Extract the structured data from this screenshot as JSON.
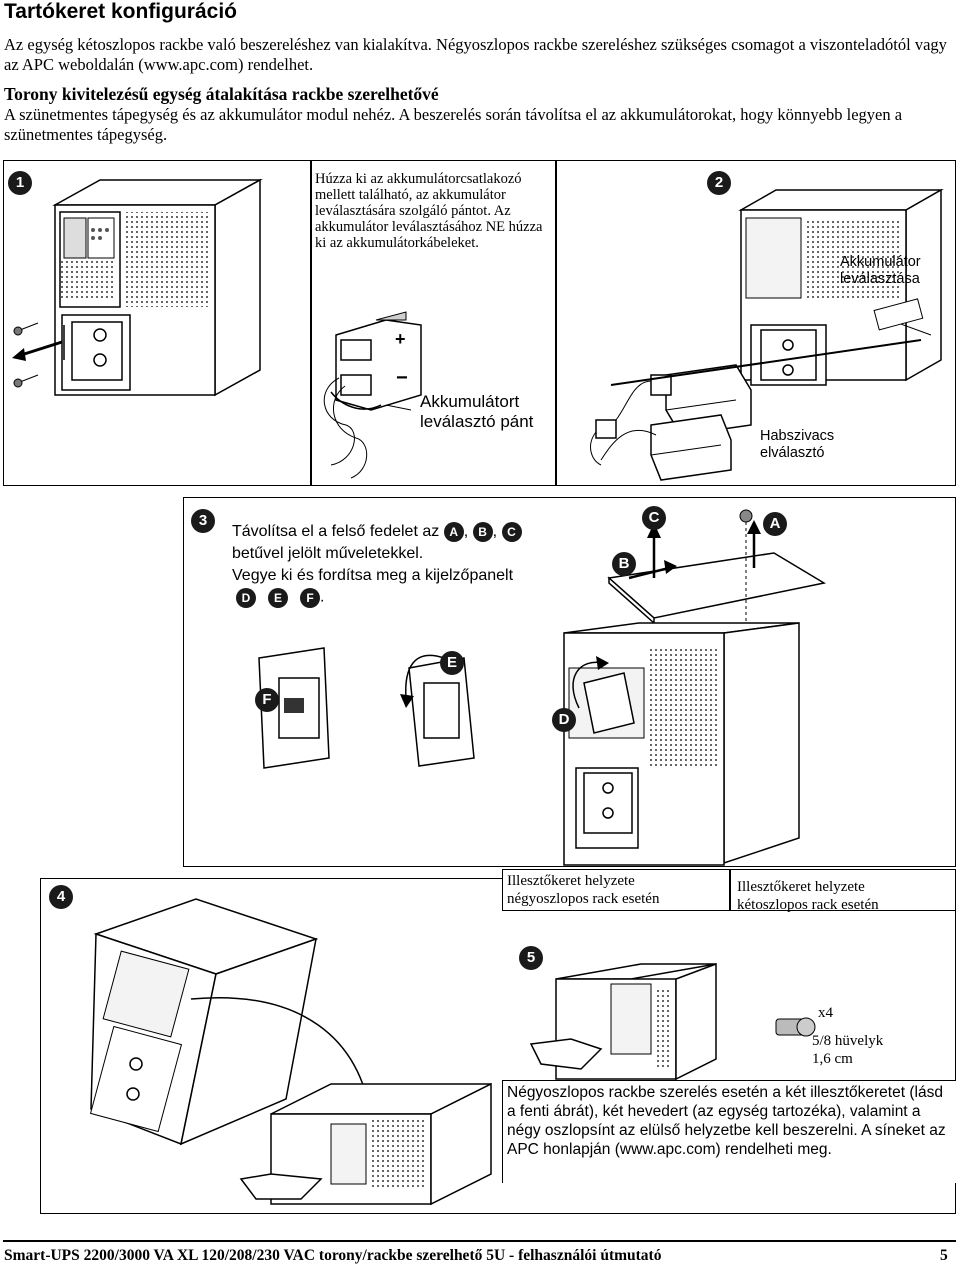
{
  "header": {
    "title": "Tartókeret konfiguráció",
    "intro": "Az egység kétoszlopos rackbe való beszereléshez van kialakítva. Négyoszlopos rackbe szereléshez szükséges csomagot a viszonteladótól vagy az APC weboldalán (www.apc.com) rendelhet.",
    "subtitle": "Torony kivitelezésű egység átalakítása rackbe szerelhetővé",
    "warning": "A szünetmentes tápegység és az akkumulátor modul nehéz. A beszerelés során távolítsa el az akkumulátorokat, hogy könnyebb legyen a szünetmentes tápegység."
  },
  "step1": {
    "badge": "1",
    "instruction": "Húzza ki az akkumulátorcsatlakozó mellett található, az akkumulátor leválasztására szolgáló pántot. Az akkumulátor leválasztásához NE húzza ki az akkumulátorkábeleket.",
    "strap_label": "Akkumulátort leválasztó pánt",
    "plus": "+",
    "minus": "−"
  },
  "step2": {
    "badge": "2",
    "disconnect_label": "Akkumulátor leválasztása",
    "foam_label": "Habszivacs elválasztó"
  },
  "step3": {
    "badge": "3",
    "text_part1": "Távolítsa el a felső fedelet az",
    "text_part2": "betűvel jelölt műveletekkel.",
    "text_part3": "Vegye ki és fordítsa meg a kijelzőpanelt",
    "letters": {
      "a": "A",
      "b": "B",
      "c": "C",
      "d": "D",
      "e": "E",
      "f": "F"
    },
    "sep": ",",
    "end": "."
  },
  "step4": {
    "badge": "4",
    "four_post_label": "Illesztőkeret helyzete négyoszlopos rack esetén",
    "two_post_label": "Illesztőkeret helyzete kétoszlopos rack esetén"
  },
  "step5": {
    "badge": "5",
    "qty": "x4",
    "screw_size": "5/8 hüvelyk\n1,6 cm",
    "note": "Négyoszlopos rackbe szerelés esetén a két illesztőkeretet (lásd a fenti ábrát), két hevedert (az egység tartozéka), valamint a négy oszlopsínt az elülső helyzetbe kell beszerelni. A síneket az APC honlapján (www.apc.com) rendelheti meg."
  },
  "footer": {
    "doc_title": "Smart-UPS 2200/3000 VA XL 120/208/230 VAC torony/rackbe szerelhető 5U - felhasználói útmutató",
    "page_number": "5"
  }
}
